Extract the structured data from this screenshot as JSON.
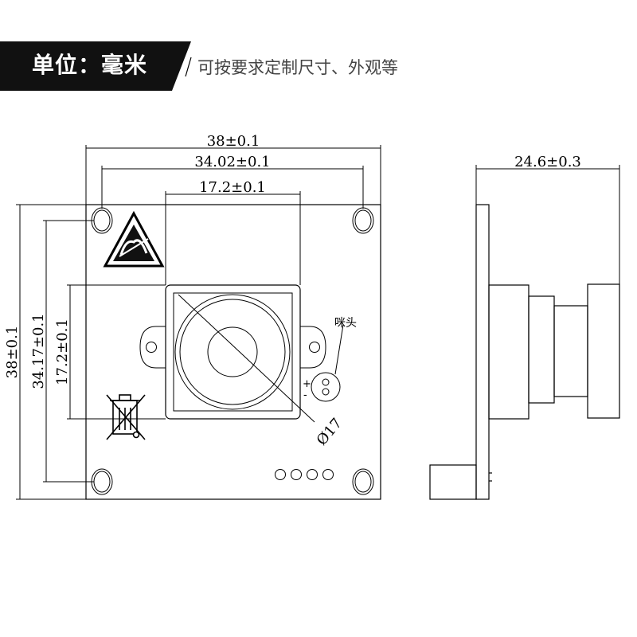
{
  "header": {
    "unit_label": "单位：毫米",
    "note": "可按要求定制尺寸、外观等"
  },
  "dimensions": {
    "board_width": "38±0.1",
    "hole_spacing_x": "34.02±0.1",
    "lens_holder_width": "17.2±0.1",
    "board_height": "38±0.1",
    "hole_spacing_y": "34.17±0.1",
    "lens_holder_height": "17.2±0.1",
    "lens_diameter": "Ø17",
    "side_depth": "24.6±0.3"
  },
  "labels": {
    "mic": "咪头",
    "mic_plus": "+",
    "mic_minus": "-"
  },
  "colors": {
    "banner": "#111111",
    "line": "#000000"
  }
}
